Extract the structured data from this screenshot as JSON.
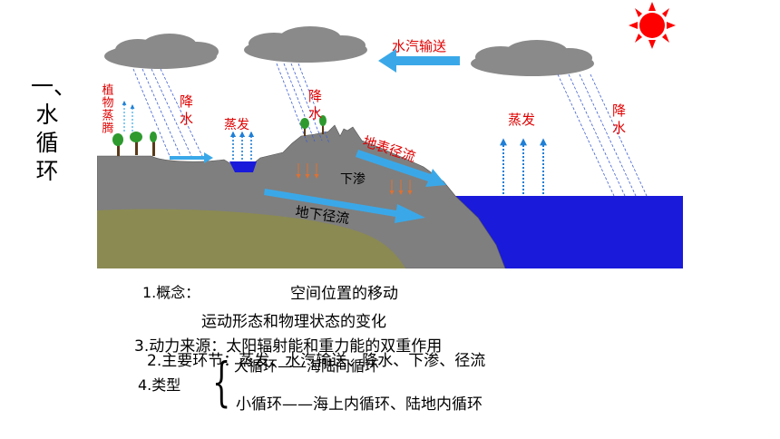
{
  "side_title": "一、水循环",
  "diagram": {
    "labels": {
      "vapor_transport": "水汽输送",
      "precip_left": "降水",
      "plant_transpiration": "植物蒸腾",
      "evaporation_lake": "蒸发",
      "precip_mid": "降水",
      "surface_runoff": "地表径流",
      "infiltration": "下渗",
      "groundwater_runoff": "地下径流",
      "evaporation_sea": "蒸发",
      "precip_right": "降水"
    },
    "colors": {
      "sky": "#ffffff",
      "sea": "#1a1adb",
      "land": "#7f7f7f",
      "bedrock": "#8b8a52",
      "arrow": "#3aa8e8",
      "label_red": "#e00000",
      "sun": "#ff0000"
    }
  },
  "text": {
    "concept_label": "1.概念：",
    "concept_value": "空间位置的移动",
    "concept_value2": "运动形态和物理状态的变化",
    "power_source": "3.动力来源：太阳辐射能和重力能的双重作用",
    "main_links": "2.主要环节：蒸发、水汽输送、降水、下渗、径流",
    "big_cycle": "大循环——海陆间循环",
    "type_label": "4.类型",
    "small_cycle": "小循环——海上内循环、陆地内循环"
  }
}
